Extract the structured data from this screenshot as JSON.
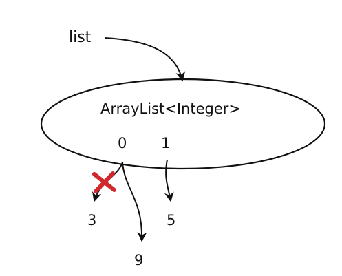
{
  "variable": {
    "name": "list"
  },
  "object": {
    "type_label": "ArrayList<Integer>"
  },
  "indices": [
    "0",
    "1"
  ],
  "values": {
    "old_index0": "3",
    "new_index0": "9",
    "index1": "5"
  },
  "colors": {
    "stroke": "#111111",
    "cross": "#d0282c",
    "background": "#ffffff"
  },
  "icons": {
    "removed_marker": "x-cross-icon"
  }
}
